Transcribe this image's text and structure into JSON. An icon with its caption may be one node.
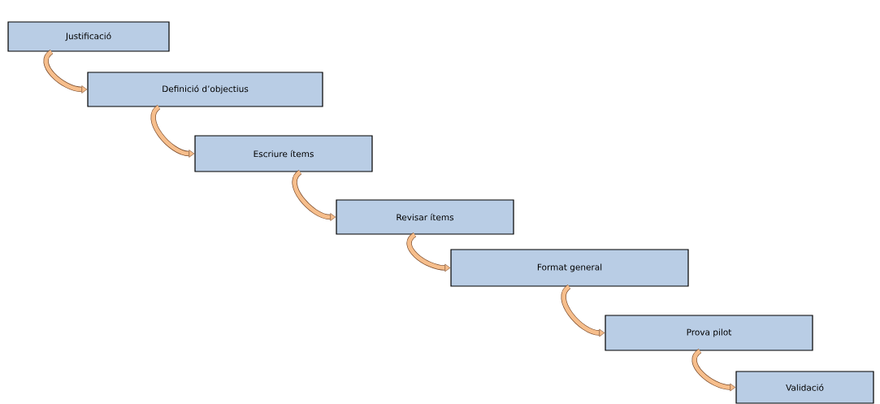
{
  "diagram": {
    "nodes": [
      {
        "text": [
          "Justificació"
        ]
      },
      {
        "text": [
          "Definició d’objectius"
        ]
      },
      {
        "text": [
          "Escriure ítems"
        ]
      },
      {
        "text": [
          "Revisar ítems"
        ]
      },
      {
        "text": [
          "Format general"
        ]
      },
      {
        "text": [
          "Prova pilot"
        ]
      },
      {
        "text": [
          "Validació"
        ]
      }
    ],
    "edges": [
      {
        "from": 0,
        "to": 1,
        "arrow": "to"
      },
      {
        "from": 1,
        "to": 2,
        "arrow": "to"
      },
      {
        "from": 2,
        "to": 3,
        "arrow": "to"
      },
      {
        "from": 3,
        "to": 4,
        "arrow": "to"
      },
      {
        "from": 4,
        "to": 5,
        "arrow": "to"
      },
      {
        "from": 5,
        "to": 6,
        "arrow": "to"
      }
    ]
  }
}
